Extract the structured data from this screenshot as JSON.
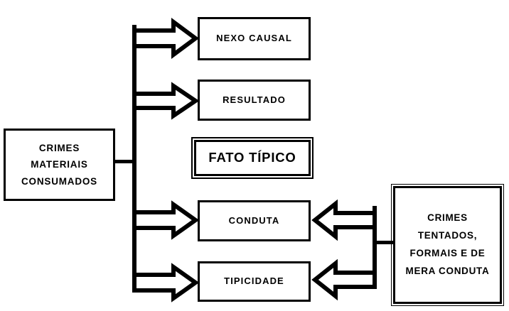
{
  "diagram": {
    "title": "Crimes materiais consumados - fato tipico",
    "background_color": "#FFFFFF",
    "line_color": "#000000",
    "text_color": "#000000",
    "nodes": {
      "crimes_materiais": "CRIMES MATERIAIS CONSUMADOS",
      "nexo_causal": "NEXO CAUSAL",
      "resultado": "RESULTADO",
      "fato_tipico": "FATO TÍPICO",
      "conduta": "CONDUTA",
      "tipicidade": "TIPICIDADE",
      "crimes_tentados": "CRIMES TENTADOS, FORMAIS E DE MERA CONDUTA"
    }
  }
}
